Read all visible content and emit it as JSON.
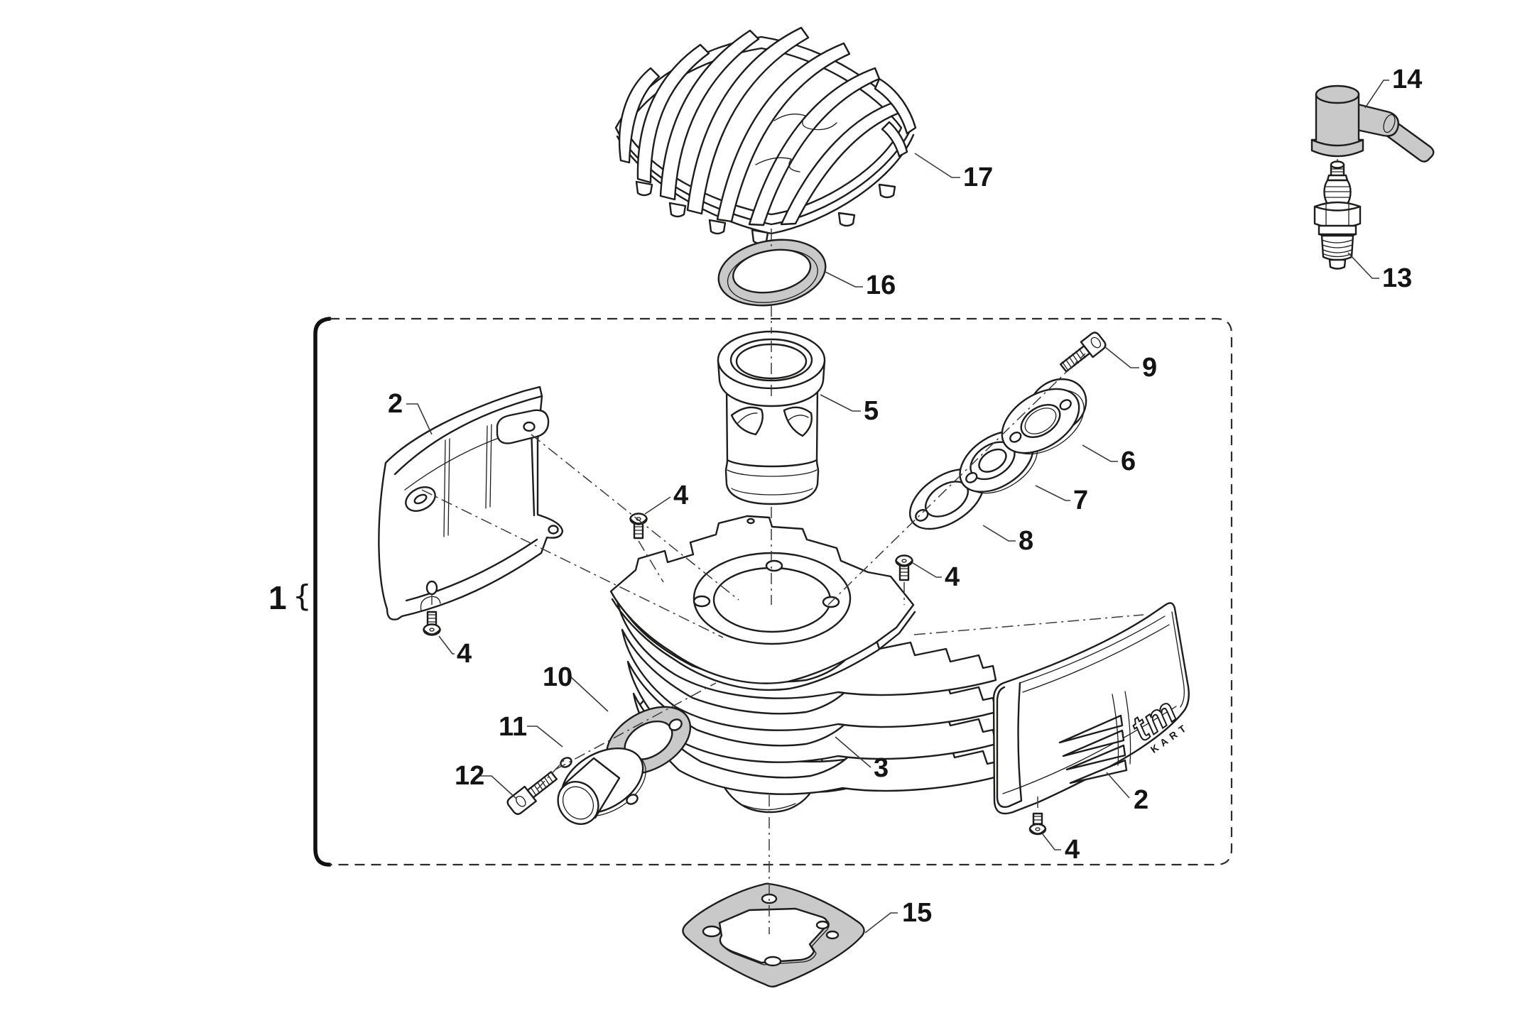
{
  "diagram": {
    "figure_type": "exploded parts diagram",
    "subject": "kart engine cylinder and head assembly",
    "background_color": "#ffffff",
    "line_color": "#1d1d1b",
    "shade_color": "#c9c9c9",
    "leader_color": "#3a3a3a",
    "logo": {
      "main": "tm",
      "sub": "KART"
    },
    "callouts": {
      "c1": "1",
      "c2_left": "2",
      "c2_right": "2",
      "c3": "3",
      "c4_cyl_left": "4",
      "c4_cyl_right": "4",
      "c4_shroud_left": "4",
      "c4_shroud_right": "4",
      "c5": "5",
      "c6": "6",
      "c7": "7",
      "c8": "8",
      "c9": "9",
      "c10": "10",
      "c11": "11",
      "c12": "12",
      "c13": "13",
      "c14": "14",
      "c15": "15",
      "c16": "16",
      "c17": "17",
      "group_brace": "{"
    }
  }
}
